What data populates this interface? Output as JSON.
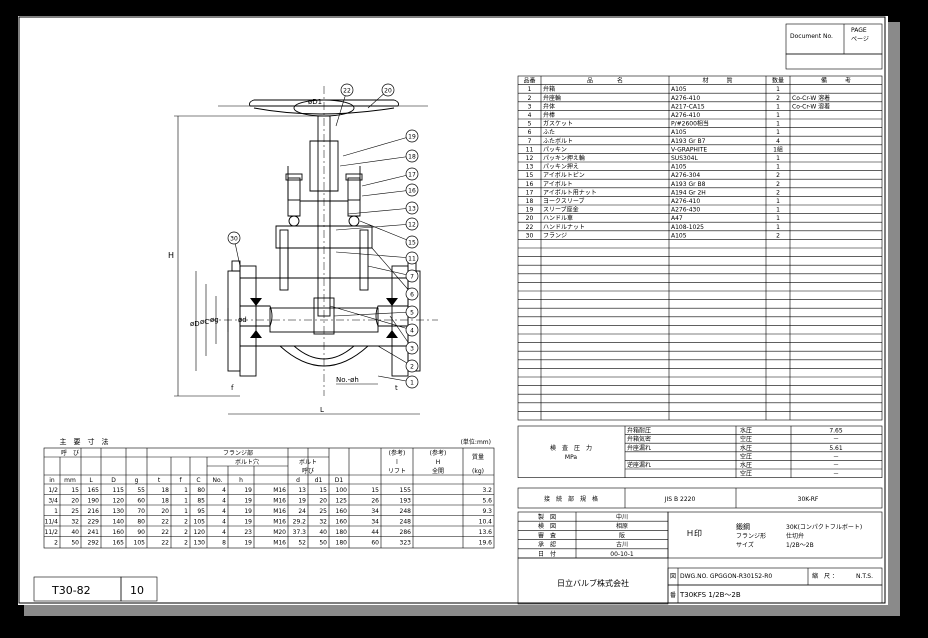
{
  "header": {
    "document_no_label": "Document No.",
    "page_label_1": "PAGE",
    "page_label_2": "ページ"
  },
  "parts_table": {
    "headers": [
      "品番",
      "品　　　　名",
      "材　　　質",
      "数量",
      "備　　　考"
    ],
    "rows": [
      {
        "no": "1",
        "name": "弁箱",
        "material": "A105",
        "qty": "1",
        "note": ""
      },
      {
        "no": "2",
        "name": "弁座輪",
        "material": "A276-410",
        "qty": "2",
        "note": "Co-Cr-W 溶着"
      },
      {
        "no": "3",
        "name": "弁体",
        "material": "A217-CA15",
        "qty": "1",
        "note": "Co-Cr-W 溶着"
      },
      {
        "no": "4",
        "name": "弁棒",
        "material": "A276-410",
        "qty": "1",
        "note": ""
      },
      {
        "no": "5",
        "name": "ガスケット",
        "material": "P/#2600相当",
        "qty": "1",
        "note": ""
      },
      {
        "no": "6",
        "name": "ふた",
        "material": "A105",
        "qty": "1",
        "note": ""
      },
      {
        "no": "7",
        "name": "ふたボルト",
        "material": "A193 Gr B7",
        "qty": "4",
        "note": ""
      },
      {
        "no": "11",
        "name": "パッキン",
        "material": "V-GRAPHITE",
        "qty": "1組",
        "note": ""
      },
      {
        "no": "12",
        "name": "パッキン押え輪",
        "material": "SUS304L",
        "qty": "1",
        "note": ""
      },
      {
        "no": "13",
        "name": "パッキン押え",
        "material": "A105",
        "qty": "1",
        "note": ""
      },
      {
        "no": "15",
        "name": "アイボルトピン",
        "material": "A276-304",
        "qty": "2",
        "note": ""
      },
      {
        "no": "16",
        "name": "アイボルト",
        "material": "A193 Gr B8",
        "qty": "2",
        "note": ""
      },
      {
        "no": "17",
        "name": "アイボルト用ナット",
        "material": "A194 Gr 2H",
        "qty": "2",
        "note": ""
      },
      {
        "no": "18",
        "name": "ヨークスリーブ",
        "material": "A276-410",
        "qty": "1",
        "note": ""
      },
      {
        "no": "19",
        "name": "スリーブ座金",
        "material": "A276-430",
        "qty": "1",
        "note": ""
      },
      {
        "no": "20",
        "name": "ハンドル車",
        "material": "A47",
        "qty": "1",
        "note": ""
      },
      {
        "no": "22",
        "name": "ハンドルナット",
        "material": "A108-1025",
        "qty": "1",
        "note": ""
      },
      {
        "no": "30",
        "name": "フランジ",
        "material": "A105",
        "qty": "2",
        "note": ""
      }
    ]
  },
  "pressure": {
    "label": "検　査　圧　力",
    "unit": "MPa",
    "rows": [
      {
        "item": "弁箱耐圧",
        "kind": "水圧",
        "value": "7.65"
      },
      {
        "item": "弁箱気密",
        "kind": "空圧",
        "value": "－"
      },
      {
        "item": "弁座漏れ",
        "kind": "水圧",
        "value": "5.61"
      },
      {
        "item": "",
        "kind": "空圧",
        "value": "－"
      },
      {
        "item": "逆座漏れ",
        "kind": "水圧",
        "value": "－"
      },
      {
        "item": "",
        "kind": "空圧",
        "value": "－"
      }
    ]
  },
  "connection": {
    "label": "接　続　部　規　格",
    "standard": "JIS B 2220",
    "rating": "30K-RF"
  },
  "approvals": [
    {
      "role": "製　図",
      "name": "中川"
    },
    {
      "role": "検　図",
      "name": "相原"
    },
    {
      "role": "審　査",
      "name": "阪"
    },
    {
      "role": "承　認",
      "name": "古川"
    },
    {
      "role": "日　付",
      "name": "00-10-1"
    }
  ],
  "product": {
    "brand_mark": "Ｈ印",
    "material": "鍛鋼",
    "type": "30K(コンパクトフルボート)",
    "flange_label": "フランジ形",
    "valve_type": "仕切弁",
    "size_label": "サイズ",
    "size": "1/2B～2B"
  },
  "company": "日立バルブ株式会社",
  "title_block": {
    "dwg_label": "図",
    "dwg_no": "DWG.NO. GPGGON-R30152-R0",
    "scale_label": "縮　尺 ：",
    "scale": "N.T.S.",
    "model_label": "番",
    "model": "T30KFS 1/2B～2B"
  },
  "dims_table": {
    "title": "主　要　寸　法",
    "unit": "(単位:mm)",
    "head_nominal": "呼　び",
    "head_flange": "フランジ部",
    "head_bolt_hole": "ボルト穴",
    "head_bolt": "ボルト",
    "head_bolt2": "呼び",
    "head_lift_ref": "(参考)",
    "head_lift": "リフト",
    "head_l": "l",
    "head_h_ref": "(参考)",
    "head_h": "H",
    "head_h2": "全開",
    "head_mass": "質量",
    "head_kg": "(kg)",
    "cols": [
      "in",
      "mm",
      "L",
      "D",
      "g",
      "t",
      "f",
      "C",
      "No.",
      "h",
      "d",
      "d1",
      "D1"
    ],
    "rows": [
      [
        "1/2",
        "15",
        "165",
        "115",
        "55",
        "18",
        "1",
        "80",
        "4",
        "19",
        "M16",
        "13",
        "15",
        "100",
        "15",
        "155",
        "3.2"
      ],
      [
        "3/4",
        "20",
        "190",
        "120",
        "60",
        "18",
        "1",
        "85",
        "4",
        "19",
        "M16",
        "19",
        "20",
        "125",
        "26",
        "193",
        "5.6"
      ],
      [
        "1",
        "25",
        "216",
        "130",
        "70",
        "20",
        "1",
        "95",
        "4",
        "19",
        "M16",
        "24",
        "25",
        "160",
        "34",
        "248",
        "9.3"
      ],
      [
        "11/4",
        "32",
        "229",
        "140",
        "80",
        "22",
        "2",
        "105",
        "4",
        "19",
        "M16",
        "29.2",
        "32",
        "160",
        "34",
        "248",
        "10.4"
      ],
      [
        "11/2",
        "40",
        "241",
        "160",
        "90",
        "22",
        "2",
        "120",
        "4",
        "23",
        "M20",
        "37.3",
        "40",
        "180",
        "44",
        "286",
        "13.6"
      ],
      [
        "2",
        "50",
        "292",
        "165",
        "105",
        "22",
        "2",
        "130",
        "8",
        "19",
        "M16",
        "52",
        "50",
        "180",
        "60",
        "323",
        "19.6"
      ]
    ]
  },
  "footer": {
    "code": "T30-82",
    "number": "10"
  },
  "drawing": {
    "callouts": [
      "22",
      "20",
      "19",
      "18",
      "17",
      "16",
      "13",
      "12",
      "15",
      "11",
      "7",
      "6",
      "5",
      "4",
      "3",
      "2",
      "1",
      "30"
    ],
    "dim_labels": {
      "d1": "øD1",
      "h": "H",
      "l": "L",
      "dd": "øD",
      "c": "øC",
      "g": "øg",
      "d": "ød",
      "f": "f",
      "t": "t",
      "nh": "No.-øh"
    }
  }
}
